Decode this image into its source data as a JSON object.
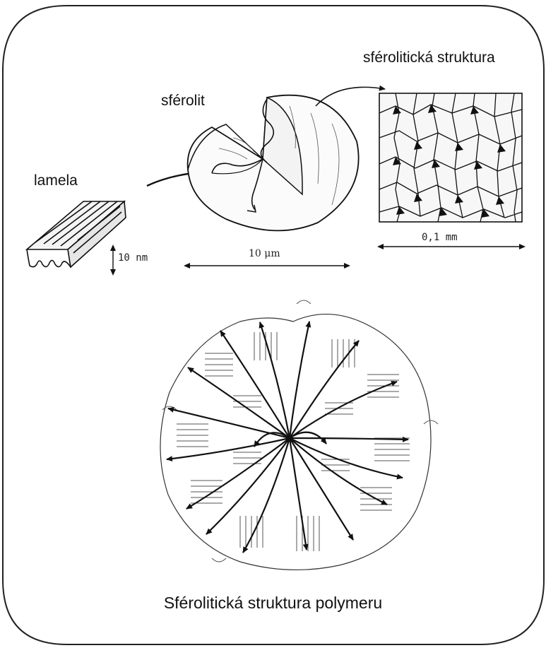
{
  "labels": {
    "lamela": "lamela",
    "sferolit": "sférolit",
    "struktura": "sférolitická struktura"
  },
  "scales": {
    "lamela": "10 nm",
    "sferolit": "10 μm",
    "struktura": "0,1 mm"
  },
  "caption": "Sférolitická struktura polymeru",
  "colors": {
    "ink": "#111111",
    "background": "#ffffff"
  }
}
